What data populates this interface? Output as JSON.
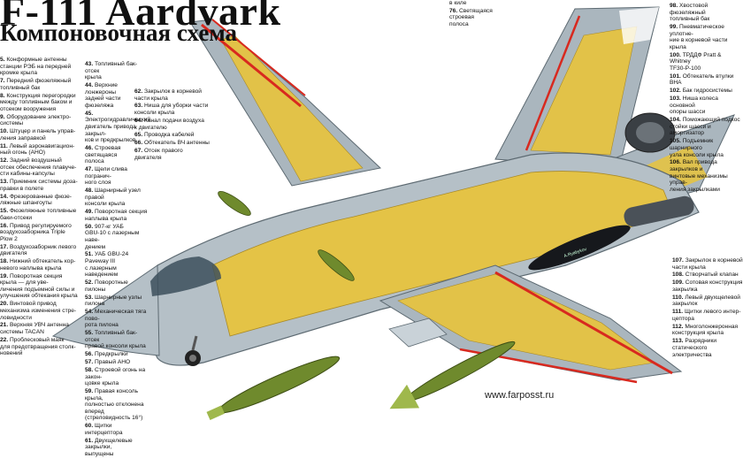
{
  "title": "F-111 Aardvark",
  "subtitle": "Компоновочная схема",
  "credit": "www.farposst.ru",
  "signature": "A.Ryabykov",
  "colors": {
    "airframe": "#b7c2c8",
    "airframe_dark": "#7d8a92",
    "structure": "#e8c23a",
    "structure_light": "#f3dc68",
    "red": "#d8291f",
    "wing": "#a9b5bd",
    "store": "#6f8a2d",
    "store_light": "#9fb84c",
    "tank": "#16181c"
  },
  "legend_left": [
    {
      "num": "5.",
      "text": "Конформные антенны\nстанции РЭБ на передней\nкромке крыла"
    },
    {
      "num": "7.",
      "text": "Передний фюзеляжный\nтопливный бак"
    },
    {
      "num": "8.",
      "text": "Конструкция перегородки\nмежду топливным баком и\nотсеком вооружения"
    },
    {
      "num": "9.",
      "text": "Оборудование электро-\nсистемы"
    },
    {
      "num": "10.",
      "text": "Штуцер и панель управ-\nления заправкой"
    },
    {
      "num": "11.",
      "text": "Левый аэронавигацион-\nный огонь (АНО)"
    },
    {
      "num": "12.",
      "text": "Задний воздушный\nотсек обеспечения плавуче-\nсти кабины-капсулы"
    },
    {
      "num": "13.",
      "text": "Приемник системы доза-\nправки в полете"
    },
    {
      "num": "14.",
      "text": "Фрезерованные фюзе-\nляжные шпангоуты"
    },
    {
      "num": "15.",
      "text": "Фюзеляжные топливные\nбаки-отсеки"
    },
    {
      "num": "16.",
      "text": "Привод регулируемого\nвоздухозаборника Triple\nPlow 2"
    },
    {
      "num": "17.",
      "text": "Воздухозаборник левого\nдвигателя"
    },
    {
      "num": "18.",
      "text": "Нижний обтекатель кор-\nневого наплыва крыла"
    },
    {
      "num": "19.",
      "text": "Поворотная секция\nкрыла — для уве-\nличения подъемной силы и\nулучшения обтекания крыла"
    },
    {
      "num": "20.",
      "text": "Винтовой привод\nмеханизма изменения стре-\nловидности"
    },
    {
      "num": "21.",
      "text": "Верхняя УВЧ антенна\nсистемы TACAN"
    },
    {
      "num": "22.",
      "text": "Проблесковый маяк\nдля предотвращения столк-\nновений"
    }
  ],
  "legend_mid": [
    {
      "num": "43.",
      "text": "Топливный бак-отсек\nкрыла"
    },
    {
      "num": "44.",
      "text": "Верхние лонжероны\nзадней части фюзеляжа"
    },
    {
      "num": "45.",
      "text": "Электрогидравлический\nдвигатель привода закрыл-\nков и предкрылков"
    },
    {
      "num": "46.",
      "text": "Строевая светящаяся\nполоса"
    },
    {
      "num": "47.",
      "text": "Щели слива погранич-\nного слоя"
    },
    {
      "num": "48.",
      "text": "Шарнирный узел правой\nконсоли крыла"
    },
    {
      "num": "49.",
      "text": "Поворотная секция\nнаплыва крыла"
    },
    {
      "num": "50.",
      "text": "907-кг УАБ\nGBU-10 с лазерным наве-\nдением"
    },
    {
      "num": "51.",
      "text": "УАБ GBU-24 Paveway III\nс лазерным наведением"
    },
    {
      "num": "52.",
      "text": "Поворотные пилоны"
    },
    {
      "num": "53.",
      "text": "Шарнирные узлы пилона"
    },
    {
      "num": "54.",
      "text": "Механическая тяга пово-\nрота пилона"
    },
    {
      "num": "55.",
      "text": "Топливный бак-отсек\nправой консоли крыла"
    },
    {
      "num": "56.",
      "text": "Предкрылки"
    },
    {
      "num": "57.",
      "text": "Правый АНО"
    },
    {
      "num": "58.",
      "text": "Строевой огонь на закон-\nцовке крыла"
    },
    {
      "num": "59.",
      "text": "Правая консоль крыла,\nполностью отклонена вперед\n(стреловидность 16°)"
    },
    {
      "num": "60.",
      "text": "Щитки интерцептора"
    },
    {
      "num": "61.",
      "text": "Двухщелевые закрылки,\nвыпущены"
    }
  ],
  "legend_mid2": [
    {
      "num": "62.",
      "text": "Закрылок в корневой\nчасти крыла"
    },
    {
      "num": "63.",
      "text": "Ниша для уборки части\nконсоли крыла"
    },
    {
      "num": "64.",
      "text": "Канал подачи воздуха\nк двигателю"
    },
    {
      "num": "65.",
      "text": "Проводка кабелей"
    },
    {
      "num": "66.",
      "text": "Обтекатель ВЧ антенны"
    },
    {
      "num": "67.",
      "text": "Отсек правого двигателя"
    }
  ],
  "legend_top_right": [
    {
      "num": "98.",
      "text": "Хвостовой фюзеляжный\nтопливный бак"
    },
    {
      "num": "99.",
      "text": "Пневматическое уплотне-\nние в корневой части крыла"
    },
    {
      "num": "100.",
      "text": "ТРДДФ Pratt & Whitney\nTF30-P-100"
    },
    {
      "num": "101.",
      "text": "Обтекатель втулки ВНА"
    },
    {
      "num": "102.",
      "text": "Бак гидросистемы"
    },
    {
      "num": "103.",
      "text": "Ниша колеса основной\nопоры шасси"
    },
    {
      "num": "104.",
      "text": "Поможающий подкос\nстойки шасси и амортизатор"
    },
    {
      "num": "105.",
      "text": "Подъемник шарнирного\nузла консоли крыла"
    },
    {
      "num": "106.",
      "text": "Вал привода закрылков и\nвинтовые механизмы управ-\nления закрылками"
    }
  ],
  "legend_bottom_right": [
    {
      "num": "107.",
      "text": "Закрылок в корневой\nчасти крыла"
    },
    {
      "num": "108.",
      "text": "Створчатый клапан"
    },
    {
      "num": "109.",
      "text": "Сотовая конструкция\nзакрылка"
    },
    {
      "num": "110.",
      "text": "Левый двухщелевой\nзакрылок"
    },
    {
      "num": "111.",
      "text": "Щитки левого интер-\nцептора"
    },
    {
      "num": "112.",
      "text": "Многолонжеронная\nконструкция крыла"
    },
    {
      "num": "113.",
      "text": "Разрядники статического\nэлектричества"
    }
  ],
  "legend_top_mid": [
    {
      "num": "",
      "text": "в киле"
    },
    {
      "num": "76.",
      "text": "Светящаяся строевая\nполоса"
    }
  ]
}
